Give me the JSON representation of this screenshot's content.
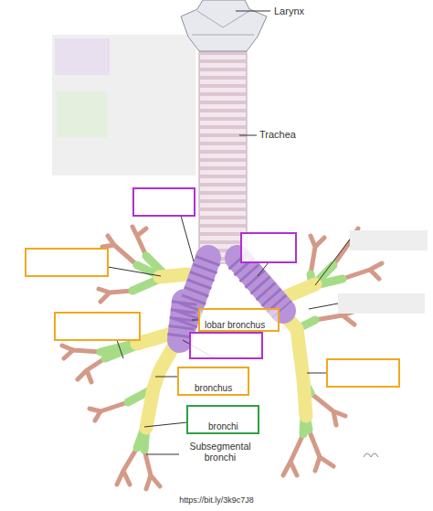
{
  "diagram": {
    "labels": [
      "Larynx",
      "Trachea",
      "lobar bronchus",
      "bronchus",
      "bronchi",
      "Subsegmental bronchi",
      "https://bit.ly/3k9c7J8"
    ]
  }
}
